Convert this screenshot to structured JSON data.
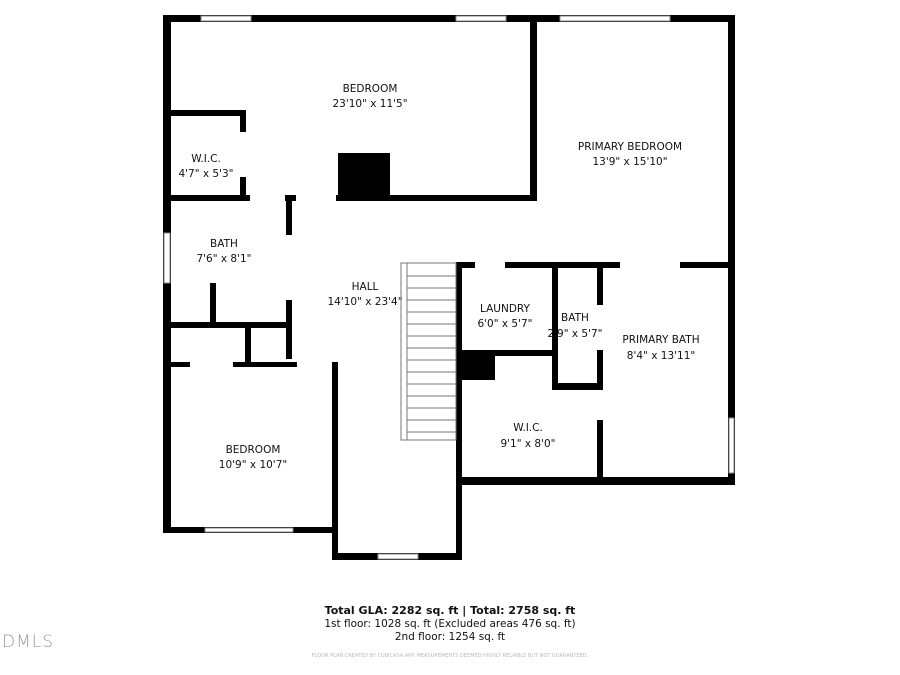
{
  "rooms": [
    {
      "name": "BEDROOM",
      "dims": "23'10\" x 11'5\""
    },
    {
      "name": "PRIMARY BEDROOM",
      "dims": "13'9\" x 15'10\""
    },
    {
      "name": "W.I.C.",
      "dims": "4'7\" x 5'3\""
    },
    {
      "name": "BATH",
      "dims": "7'6\" x 8'1\""
    },
    {
      "name": "HALL",
      "dims": "14'10\" x 23'4\""
    },
    {
      "name": "LAUNDRY",
      "dims": "6'0\" x 5'7\""
    },
    {
      "name": "BATH",
      "dims": "2'9\" x 5'7\""
    },
    {
      "name": "PRIMARY BATH",
      "dims": "8'4\" x 13'11\""
    },
    {
      "name": "W.I.C.",
      "dims": "9'1\" x 8'0\""
    },
    {
      "name": "BEDROOM",
      "dims": "10'9\" x 10'7\""
    }
  ],
  "footer": {
    "totals": "Total GLA: 2282 sq. ft | Total: 2758 sq. ft",
    "first_floor": "1st floor: 1028 sq. ft (Excluded areas 476 sq. ft)",
    "second_floor": "2nd floor: 1254 sq. ft",
    "disclaimer": "FLOOR PLAN CREATED BY CUBICASA APP. MEASUREMENTS DEEMED HIGHLY RELIABLE BUT NOT GUARANTEED."
  },
  "watermark": "DMLS"
}
